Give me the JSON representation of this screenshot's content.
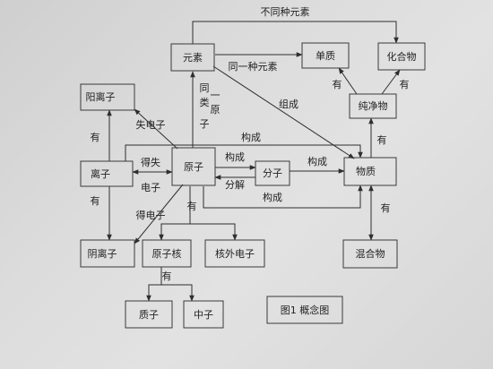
{
  "nodes": {
    "yuansu": "元素",
    "danzhi": "单质",
    "huahewu": "化合物",
    "chunjingwu": "纯净物",
    "yanglizi": "阳离子",
    "lizi": "离子",
    "yuanzi": "原子",
    "fenzi": "分子",
    "wuzhi": "物质",
    "yinlizi": "阴离子",
    "yuanzihe": "原子核",
    "hewaidianzi": "核外电子",
    "hunhewu": "混合物",
    "zhizi": "质子",
    "zhongzi": "中子"
  },
  "labels": {
    "butongzhong": "不同种元素",
    "tongyizhong": "同一种元素",
    "you": "有",
    "tong": "同",
    "yi": "一",
    "lei": "类",
    "yuan": "原",
    "zi": "子",
    "zucheng": "组成",
    "shidianzi": "失电子",
    "goucheng": "构成",
    "deshi": "得失",
    "dianzi": "电子",
    "fenjie": "分解",
    "dedianzi": "得电子"
  },
  "caption": "图1  概念图"
}
